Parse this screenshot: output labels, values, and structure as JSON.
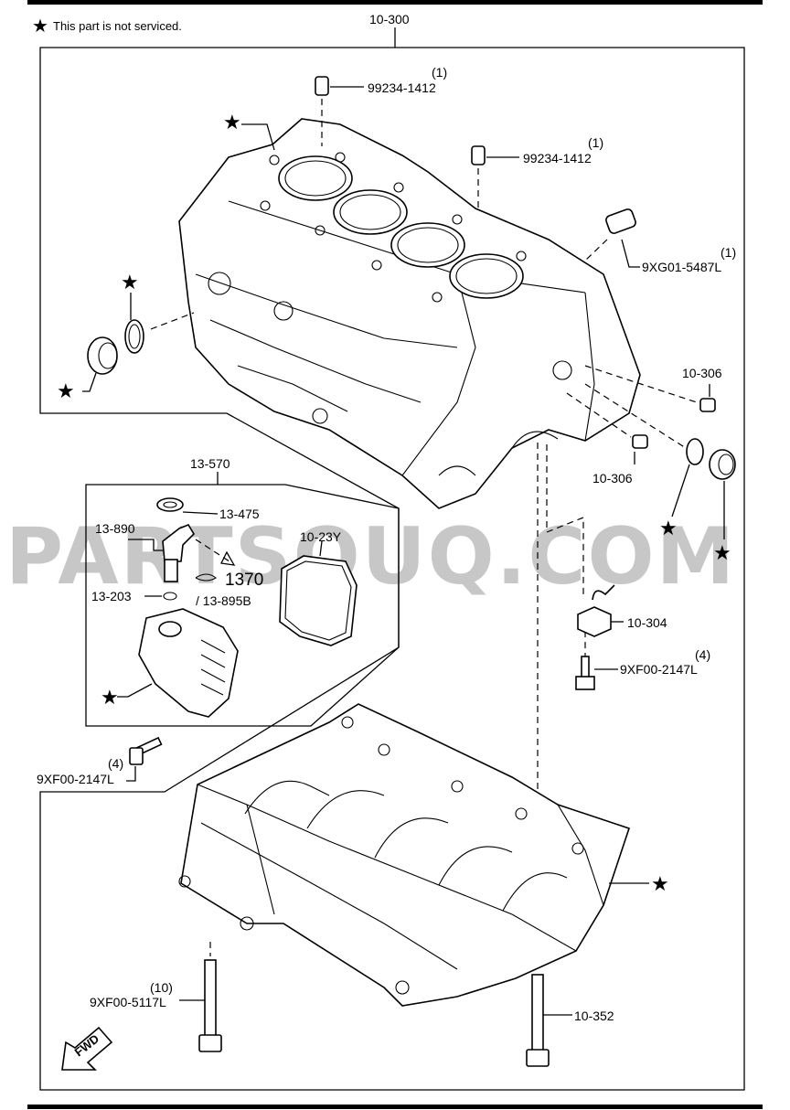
{
  "legend": {
    "star_note": "This part is not serviced."
  },
  "watermark": "PARTSOUQ.COM",
  "fwd_label": "FWD",
  "callouts": {
    "c10_300": "10-300",
    "c99234_a_qty": "(1)",
    "c99234_a": "99234-1412",
    "c99234_b_qty": "(1)",
    "c99234_b": "99234-1412",
    "c9xg01_qty": "(1)",
    "c9xg01": "9XG01-5487L",
    "c10_306_a": "10-306",
    "c10_306_b": "10-306",
    "c13_570": "13-570",
    "c13_475": "13-475",
    "c13_890": "13-890",
    "c1370": "1370",
    "c13_895b": "/ 13-895B",
    "c13_203": "13-203",
    "c10_23y": "10-23Y",
    "c10_304": "10-304",
    "c9xf00_2147_r_qty": "(4)",
    "c9xf00_2147_r": "9XF00-2147L",
    "c9xf00_2147_l_qty": "(4)",
    "c9xf00_2147_l": "9XF00-2147L",
    "c9xf00_5117_qty": "(10)",
    "c9xf00_5117": "9XF00-5117L",
    "c10_352": "10-352"
  }
}
